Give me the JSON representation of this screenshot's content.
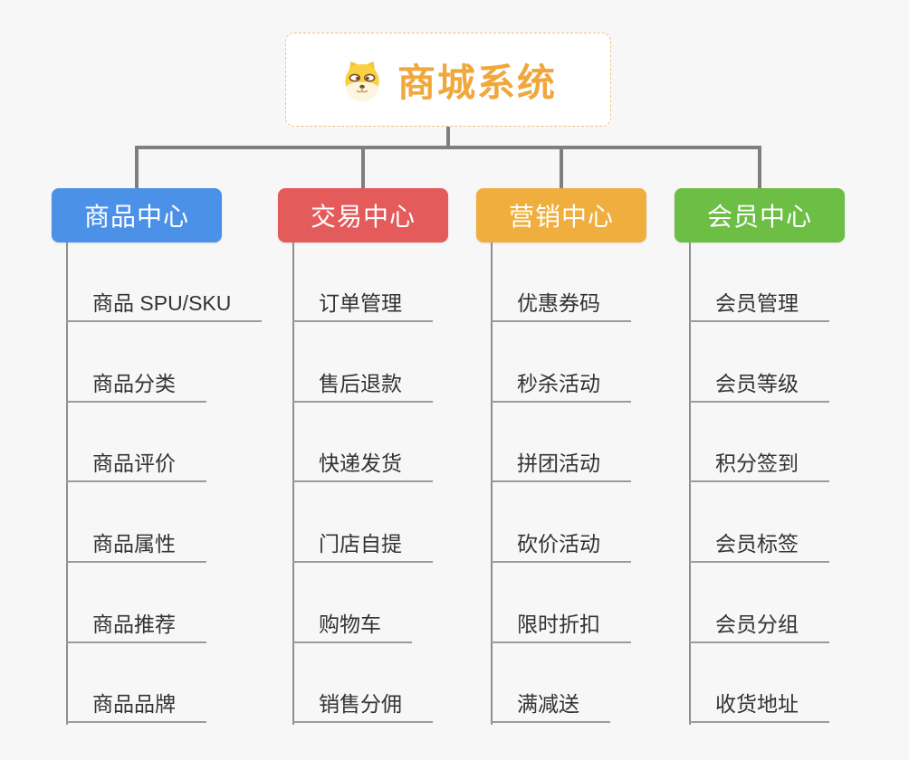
{
  "page": {
    "background_color": "#f7f7f7",
    "connector_color": "#7f7f7f"
  },
  "root": {
    "title": "商城系统",
    "title_color": "#f0a73c",
    "border_color": "#f1c183",
    "icon": "dog-icon"
  },
  "branches": [
    {
      "label": "商品中心",
      "color": "#4b91e8",
      "items": [
        "商品 SPU/SKU",
        "商品分类",
        "商品评价",
        "商品属性",
        "商品推荐",
        "商品品牌"
      ]
    },
    {
      "label": "交易中心",
      "color": "#e45b5b",
      "items": [
        "订单管理",
        "售后退款",
        "快递发货",
        "门店自提",
        "购物车",
        "销售分佣"
      ]
    },
    {
      "label": "营销中心",
      "color": "#efae3e",
      "items": [
        "优惠券码",
        "秒杀活动",
        "拼团活动",
        "砍价活动",
        "限时折扣",
        "满减送"
      ]
    },
    {
      "label": "会员中心",
      "color": "#6cbe44",
      "items": [
        "会员管理",
        "会员等级",
        "积分签到",
        "会员标签",
        "会员分组",
        "收货地址"
      ]
    }
  ]
}
